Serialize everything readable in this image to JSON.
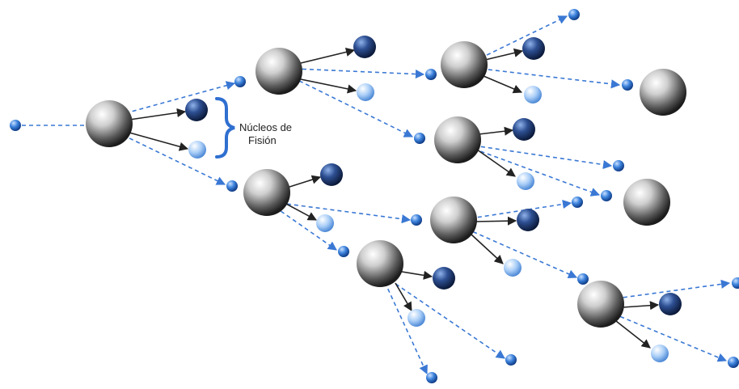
{
  "label": {
    "line1": "Núcleos de",
    "line2": "Fisión"
  },
  "colors": {
    "neutron_dashed_arrow": "#3a78d4",
    "fragment_solid_arrow": "#222222",
    "brace": "#2f6fd0",
    "neutron": "#4a8fe0",
    "heavy_fragment": "#1f3f80",
    "light_fragment": "#9cc7ff",
    "nucleus": "#c8c8c8"
  },
  "icons": {
    "neutron": "small-blue-sphere",
    "nucleus": "large-grey-sphere",
    "heavy_fragment": "dark-blue-sphere",
    "light_fragment": "light-blue-sphere"
  }
}
